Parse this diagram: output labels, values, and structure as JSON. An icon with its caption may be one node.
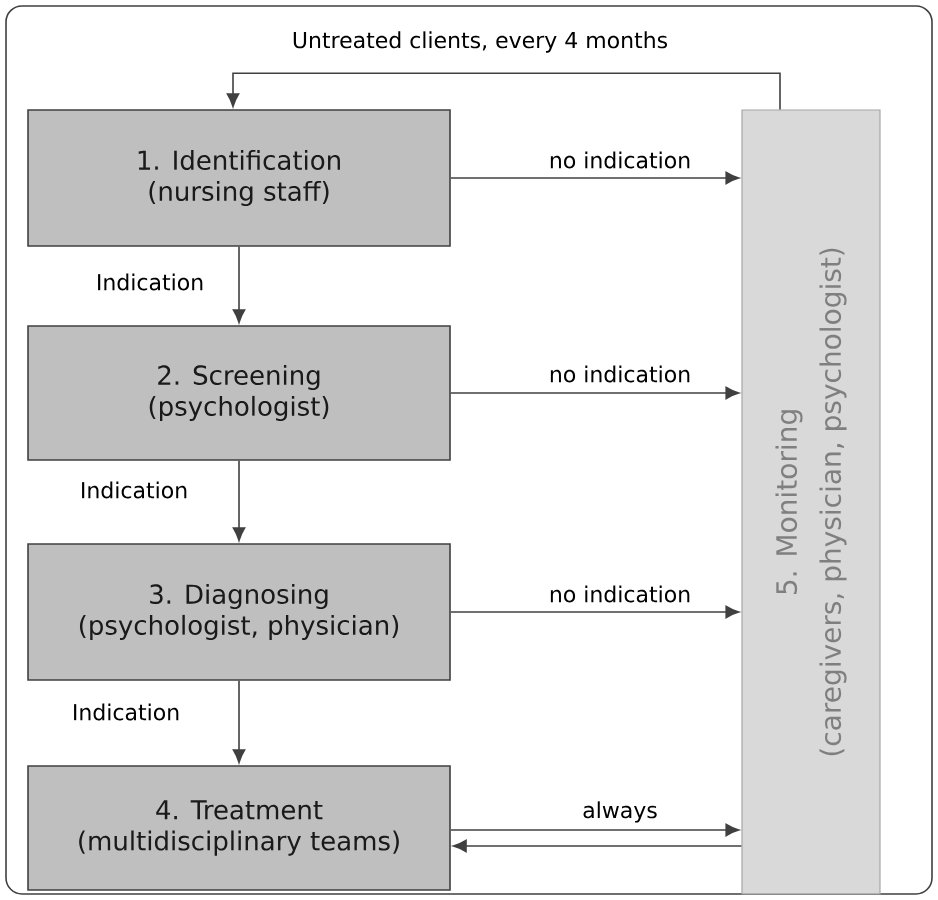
{
  "diagram": {
    "nodes": [
      {
        "text": [
          "1. Identification",
          "(nursing staff)"
        ]
      },
      {
        "text": [
          "2. Screening",
          "(psychologist)"
        ]
      },
      {
        "text": [
          "3. Diagnosing",
          "(psychologist, physician)"
        ]
      },
      {
        "text": [
          "4. Treatment",
          "(multidisciplinary teams)"
        ]
      },
      {
        "text": [
          "5. Monitoring",
          "(caregivers, physician, psychologist)"
        ]
      }
    ],
    "edges": [
      {
        "from": 0,
        "to": 1,
        "arrow": "to",
        "label": "Indication"
      },
      {
        "from": 0,
        "to": 4,
        "arrow": "to",
        "label": "no indication"
      },
      {
        "from": 1,
        "to": 2,
        "arrow": "to",
        "label": "Indication"
      },
      {
        "from": 1,
        "to": 4,
        "arrow": "to",
        "label": "no indication"
      },
      {
        "from": 2,
        "to": 3,
        "arrow": "to",
        "label": "Indication"
      },
      {
        "from": 2,
        "to": 4,
        "arrow": "to",
        "label": "no indication"
      },
      {
        "from": 3,
        "to": 4,
        "arrow": "to",
        "label": "always"
      },
      {
        "from": 4,
        "to": 3,
        "arrow": "to"
      },
      {
        "from": 4,
        "to": 0,
        "arrow": "to",
        "label": "Untreated clients, every 4 months"
      }
    ]
  }
}
